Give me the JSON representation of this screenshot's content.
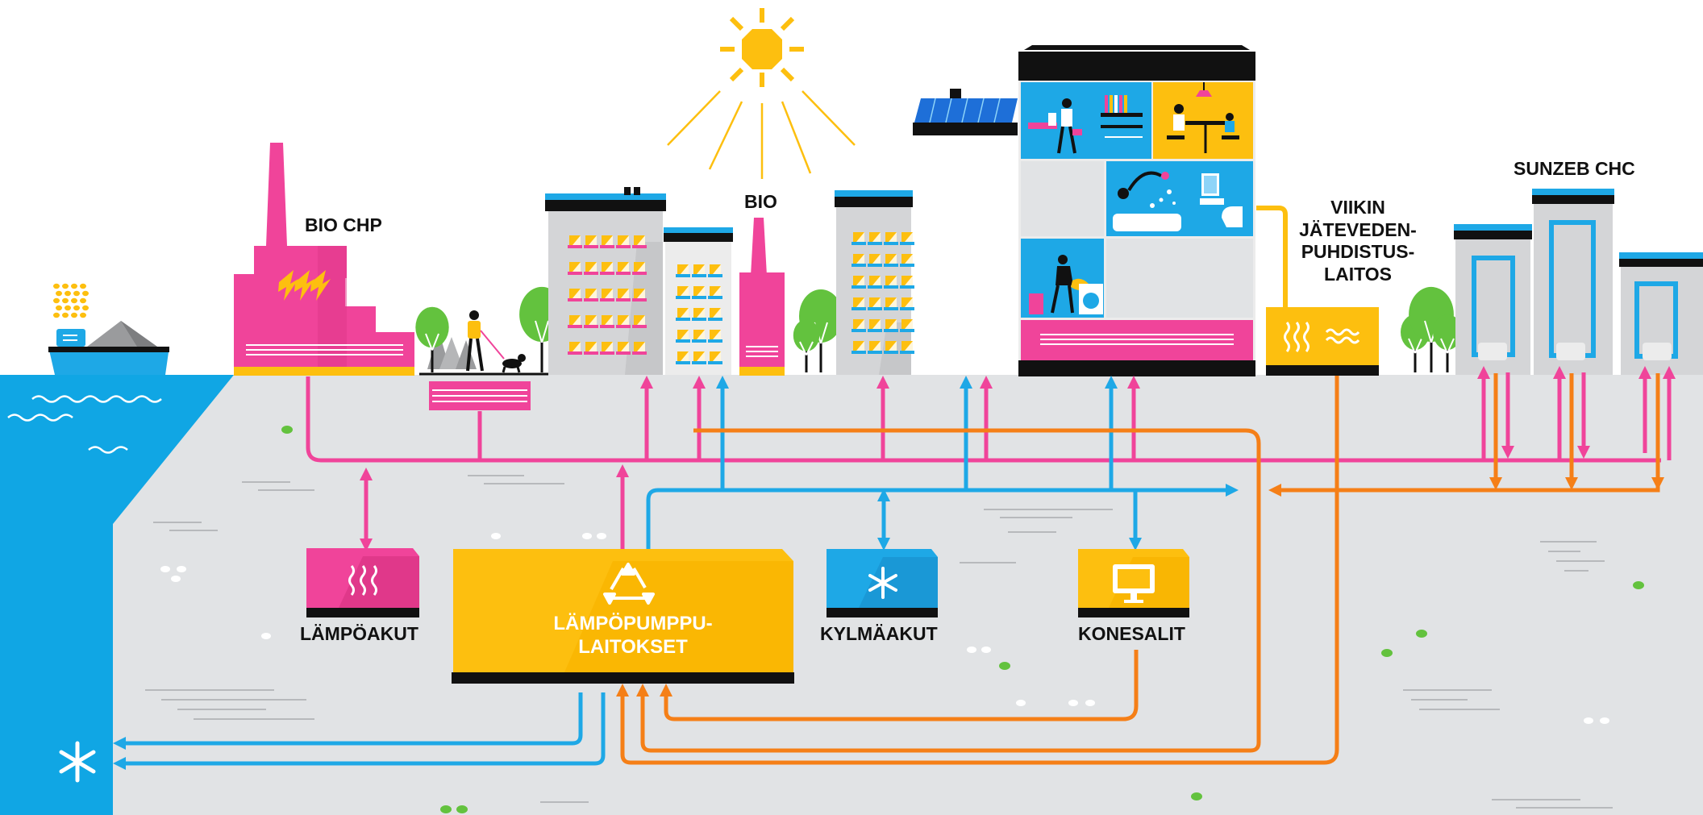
{
  "labels": {
    "bio_chp": "BIO CHP",
    "bio": "BIO",
    "viikin_line1": "VIIKIN",
    "viikin_line2": "JÄTEVEDEN-",
    "viikin_line3": "PUHDISTUS-",
    "viikin_line4": "LAITOS",
    "sunzeb_chc": "SUNZEB CHC",
    "lampoakut": "LÄMPÖAKUT",
    "lampopumppu_line1": "LÄMPÖPUMPPU-",
    "lampopumppu_line2": "LAITOKSET",
    "kylmaakut": "KYLMÄAKUT",
    "konesalit": "KONESALIT"
  },
  "colors": {
    "heat": "#f0449a",
    "cool": "#1ea8e6",
    "waste_heat": "#f57f17",
    "heat_pump": "#fdbf0f",
    "sea": "#10a6e4",
    "ground": "#e1e3e5",
    "building": "#d4d5d7",
    "window": "#fdbf0f",
    "tree": "#63c23e"
  },
  "icons": {
    "sun": "sun-icon",
    "recycle": "recycle-icon",
    "snowflake": "snowflake-icon",
    "monitor": "monitor-icon",
    "heat_waves": "heat-waves-icon",
    "lightning": "lightning-icon",
    "water_waves": "water-waves-icon"
  }
}
